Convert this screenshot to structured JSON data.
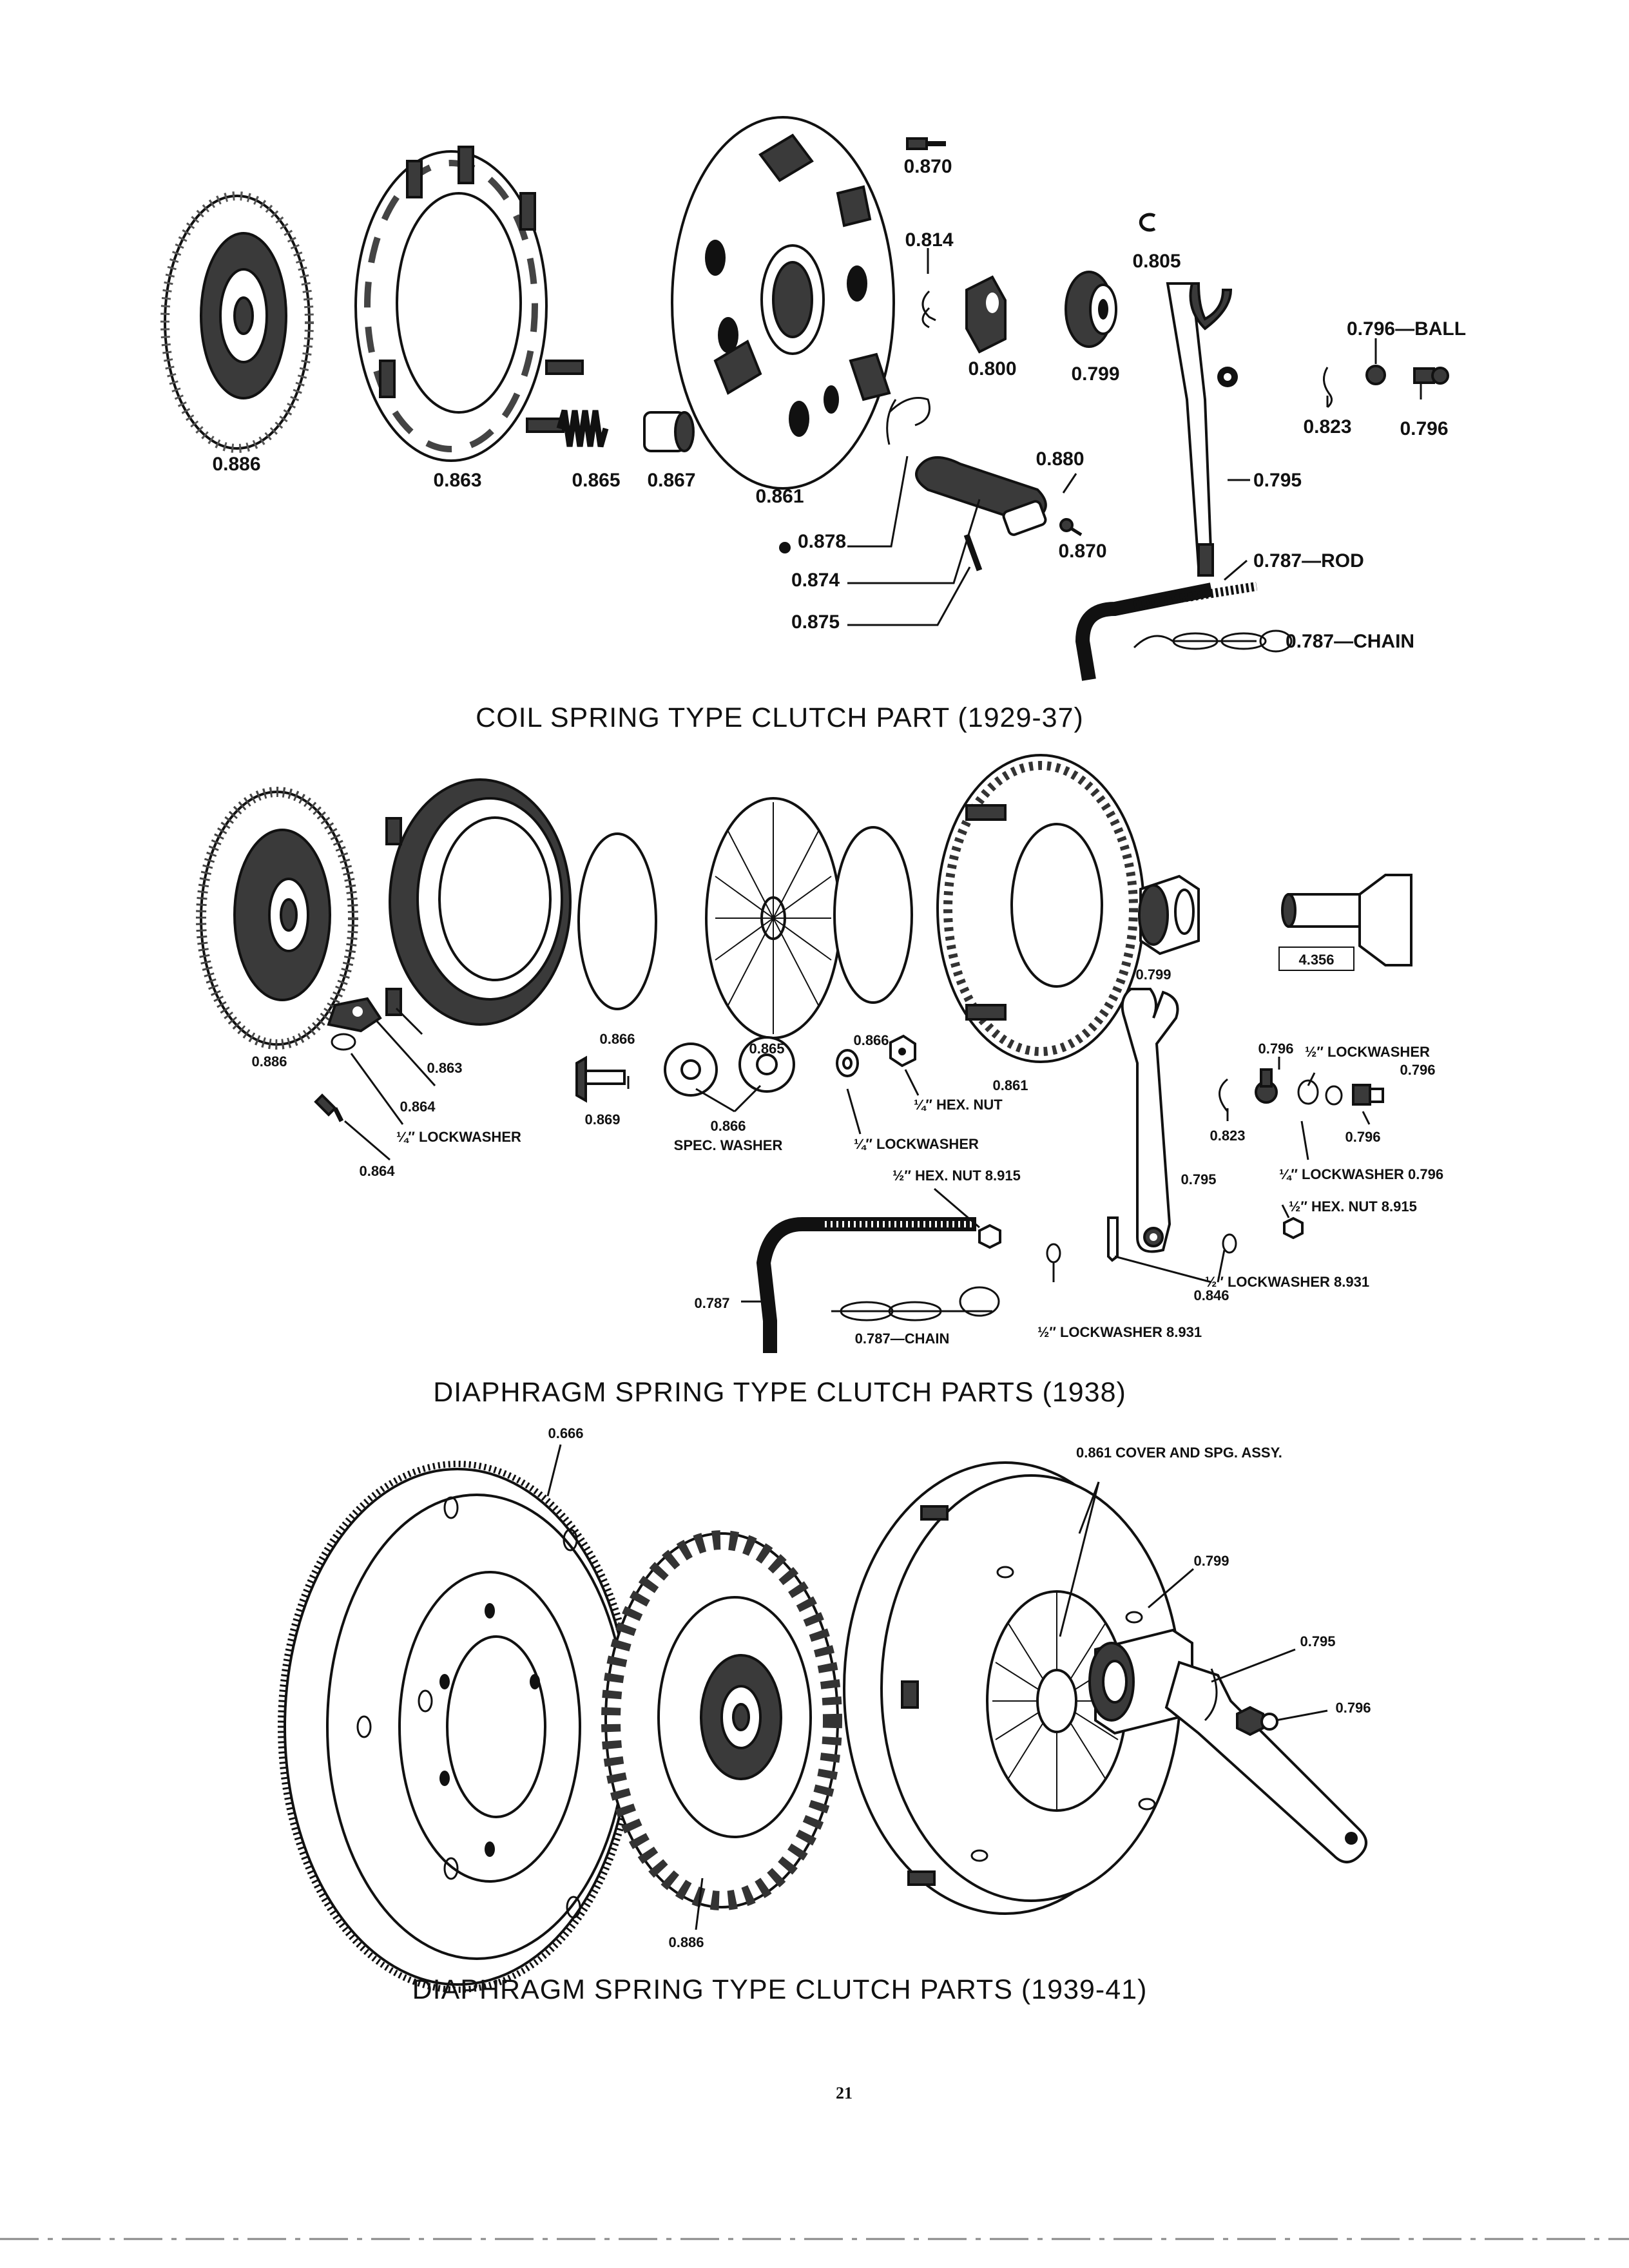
{
  "sections": [
    {
      "caption": "COIL SPRING TYPE CLUTCH PART (1929-37)",
      "labels": {
        "disc": "0.886",
        "pressure_plate": "0.863",
        "spring": "0.865",
        "cup": "0.867",
        "cover": "0.861",
        "bolt_top": "0.870",
        "clip": "0.814",
        "bearing_hub": "0.800",
        "bearing": "0.799",
        "snap_ring": "0.805",
        "ball": "0.796—BALL",
        "spring_clip": "0.823",
        "ball_stud": "0.796",
        "fork": "0.795",
        "link_plate": "0.880",
        "bolt_small": "0.870",
        "pin_878": "0.878",
        "lever_874": "0.874",
        "pin_875": "0.875",
        "rod": "0.787—ROD",
        "chain": "0.787—CHAIN"
      }
    },
    {
      "caption": "DIAPHRAGM SPRING TYPE CLUTCH PARTS (1938)",
      "labels": {
        "disc": "0.886",
        "pressure_plate": "0.863",
        "strap": "0.864",
        "lockwasher_quarter": "¼″ LOCKWASHER",
        "bolt_864": "0.864",
        "ring_left": "0.866",
        "diaphragm": "0.865",
        "ring_right": "0.866",
        "bolt_869": "0.869",
        "spec_washer_num": "0.866",
        "spec_washer": "SPEC. WASHER",
        "lockwasher_mid": "¼″ LOCKWASHER",
        "hex_nut_mid": "¼″ HEX. NUT",
        "cover": "0.861",
        "bearing": "0.799",
        "shaft": "4.356",
        "stud_top": "0.796",
        "lockwasher_top": "½″ LOCKWASHER",
        "lockwasher_top_num": "0.796",
        "spring_clip": "0.823",
        "ball_stud": "0.796",
        "lockwasher_796": "¼″ LOCKWASHER 0.796",
        "hex_nut_right": "½″ HEX. NUT 8.915",
        "fork": "0.795",
        "hex_nut_left": "½″ HEX. NUT 8.915",
        "bracket": "0.846",
        "lockwasher_right": "½″ LOCKWASHER 8.931",
        "rod": "0.787",
        "chain": "0.787—CHAIN",
        "lockwasher_bottom": "½″ LOCKWASHER 8.931"
      }
    },
    {
      "caption": "DIAPHRAGM SPRING TYPE CLUTCH PARTS (1939-41)",
      "labels": {
        "flywheel": "0.666",
        "cover_assy": "0.861 COVER AND SPG. ASSY.",
        "bearing": "0.799",
        "fork": "0.795",
        "ball_stud": "0.796",
        "disc": "0.886"
      }
    }
  ],
  "page_number": "21"
}
